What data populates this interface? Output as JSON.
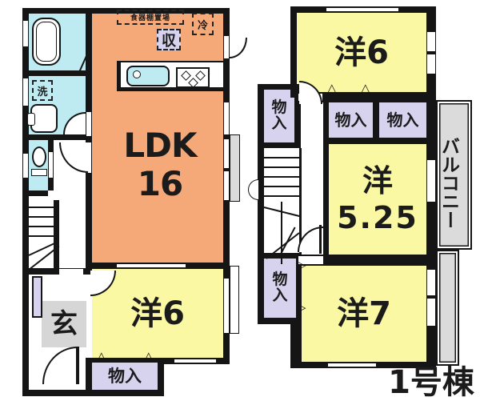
{
  "caption": "1号棟",
  "colors": {
    "wall": "#151515",
    "ldk_fill": "#F5A878",
    "room_fill": "#FAF8A2",
    "wet_fill": "#BEEBF2",
    "closet_fill": "#D7D3EF",
    "balcony_fill": "#DBDBDB",
    "entrance_fill": "#D6D6D6"
  },
  "icons": {
    "closet_door_up_marker": "△",
    "closet_door_right_marker": "▷"
  },
  "floor1": {
    "ldk": {
      "name": "LDK",
      "size": "16"
    },
    "western6": "洋6",
    "closet": "物入",
    "entrance": "玄",
    "laundry": "洗",
    "kitchen_storage": "収",
    "refrigerator": "冷",
    "cupboard": "食器棚置場"
  },
  "floor2": {
    "western6": "洋6",
    "western525": {
      "name": "洋",
      "size": "5.25"
    },
    "western7": "洋7",
    "closets": [
      "物入",
      "物入",
      "物入",
      "物入"
    ],
    "balcony": "バルコニー"
  }
}
